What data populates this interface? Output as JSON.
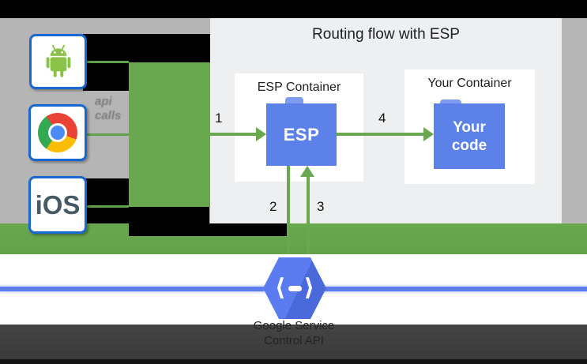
{
  "title": "Routing flow with ESP",
  "clients": {
    "android_icon": "android-robot",
    "chrome_icon": "chrome-browser",
    "ios_label": "iOS",
    "note_line1": "api",
    "note_line2": "calls"
  },
  "esp_container": {
    "title": "ESP Container",
    "box_label": "ESP"
  },
  "your_container": {
    "title": "Your Container",
    "box_line1": "Your",
    "box_line2": "code"
  },
  "arrow_labels": {
    "a1": "1",
    "a2": "2",
    "a3": "3",
    "a4": "4"
  },
  "service": {
    "line1": "Google Service",
    "line2": "Control API",
    "icon": "cloud-endpoints-hexagon"
  },
  "colors": {
    "green": "#6AA84F",
    "blue_box": "#5C81E8",
    "client_border": "#1967D2",
    "line_blue": "#5D7DEE",
    "hexagon_blue": "#5173EA",
    "panel_bg": "#EEEFF0",
    "gray_bg": "#B5B5B5",
    "dark_band": "#3E3E3E"
  }
}
